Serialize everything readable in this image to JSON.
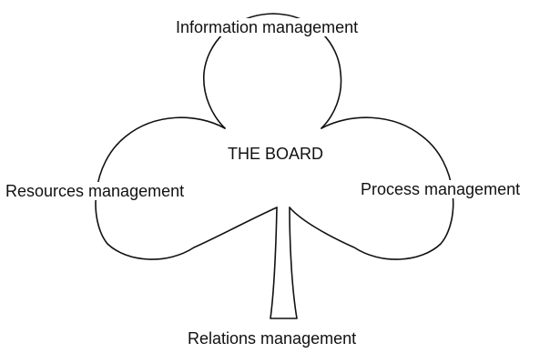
{
  "diagram": {
    "labels": {
      "top": "Information management",
      "center": "THE BOARD",
      "left": "Resources management",
      "right": "Process management",
      "bottom": "Relations management"
    }
  }
}
